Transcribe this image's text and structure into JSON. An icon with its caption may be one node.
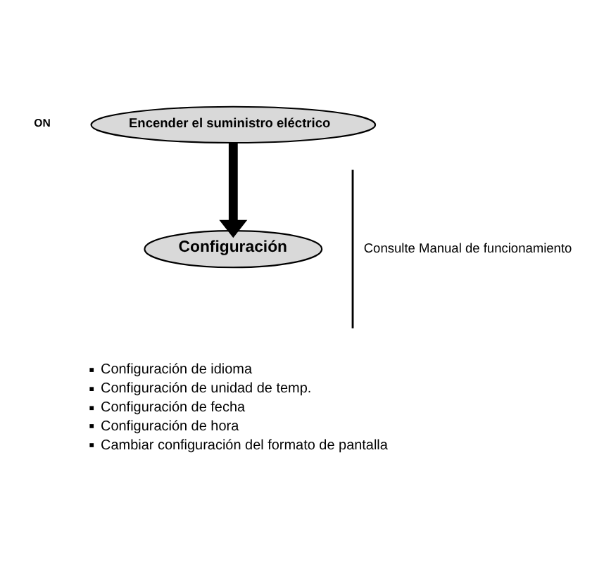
{
  "diagram": {
    "nodes": [
      {
        "text": [
          "Encender el suministro eléctrico"
        ]
      },
      {
        "text": [
          "Configuración"
        ]
      }
    ],
    "edges": [
      {
        "from": 0,
        "to": 1,
        "arrow": "to"
      }
    ],
    "labels": [
      "ON",
      "Configuración de idioma",
      "Configuración de unidad de temp.",
      "Configuración de fecha",
      "Configuración de hora",
      "Cambiar configuración del formato de pantalla",
      "Consulte Manual de funcionamiento"
    ]
  }
}
